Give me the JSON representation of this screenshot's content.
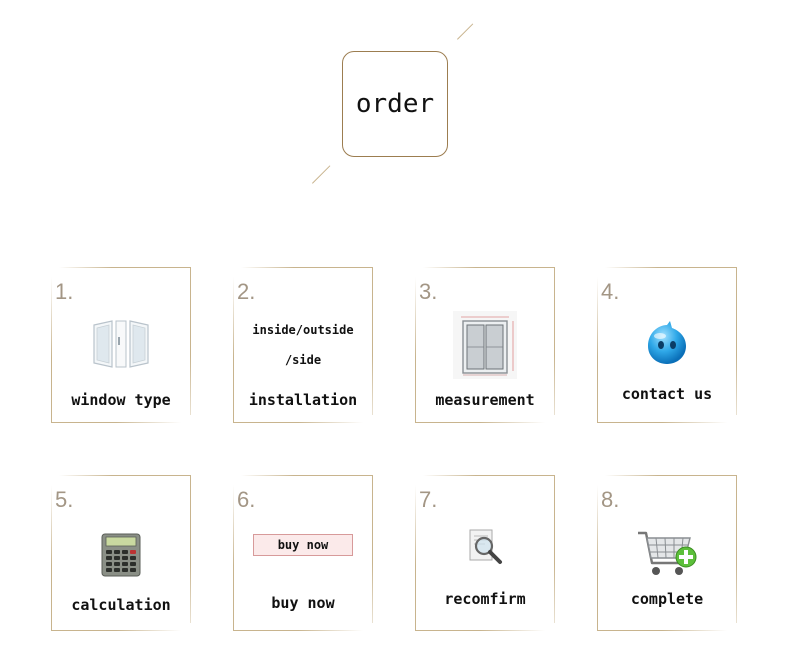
{
  "title": "order",
  "steps": [
    {
      "num": "1.",
      "label": "window type",
      "icon": "window-icon"
    },
    {
      "num": "2.",
      "label": "installation",
      "text_line1": "inside/outside",
      "text_line2": "/side"
    },
    {
      "num": "3.",
      "label": "measurement",
      "icon": "measurement-drawing-icon"
    },
    {
      "num": "4.",
      "label": "contact us",
      "icon": "chat-bubble-icon"
    },
    {
      "num": "5.",
      "label": "calculation",
      "icon": "calculator-icon"
    },
    {
      "num": "6.",
      "label": "buy now",
      "button": "buy now"
    },
    {
      "num": "7.",
      "label": "recomfirm",
      "icon": "magnifier-document-icon"
    },
    {
      "num": "8.",
      "label": "complete",
      "icon": "shopping-cart-add-icon"
    }
  ]
}
